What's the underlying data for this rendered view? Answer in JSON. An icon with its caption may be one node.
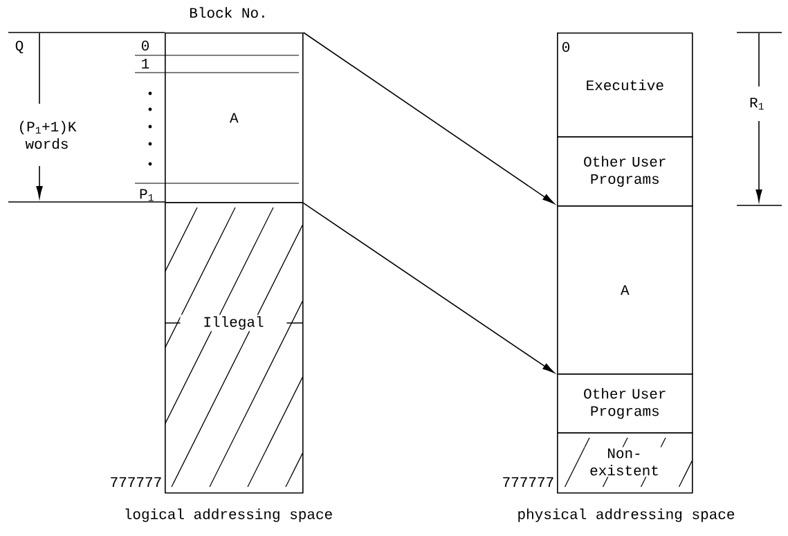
{
  "diagram": {
    "nodes": [
      {
        "text": [
          "A"
        ]
      },
      {
        "text": [
          "Illegal"
        ]
      },
      {
        "text": [
          "Executive"
        ]
      },
      {
        "text": [
          "Other User Programs"
        ]
      },
      {
        "text": [
          "A"
        ]
      },
      {
        "text": [
          "Other User Programs"
        ]
      },
      {
        "text": [
          "Non- existent"
        ]
      }
    ],
    "edges": [
      {
        "from": 0,
        "to": 4,
        "arrow": "to"
      },
      {
        "from": 0,
        "to": 4,
        "arrow": "to"
      }
    ],
    "labels": [
      "Block No.",
      "Q",
      "0",
      "1",
      "(P$_{1}$+1)K words",
      "P$_{1}$",
      "0",
      "R$_{1}$",
      "777777",
      "777777",
      "logical addressing space",
      "physical addressing space"
    ]
  }
}
